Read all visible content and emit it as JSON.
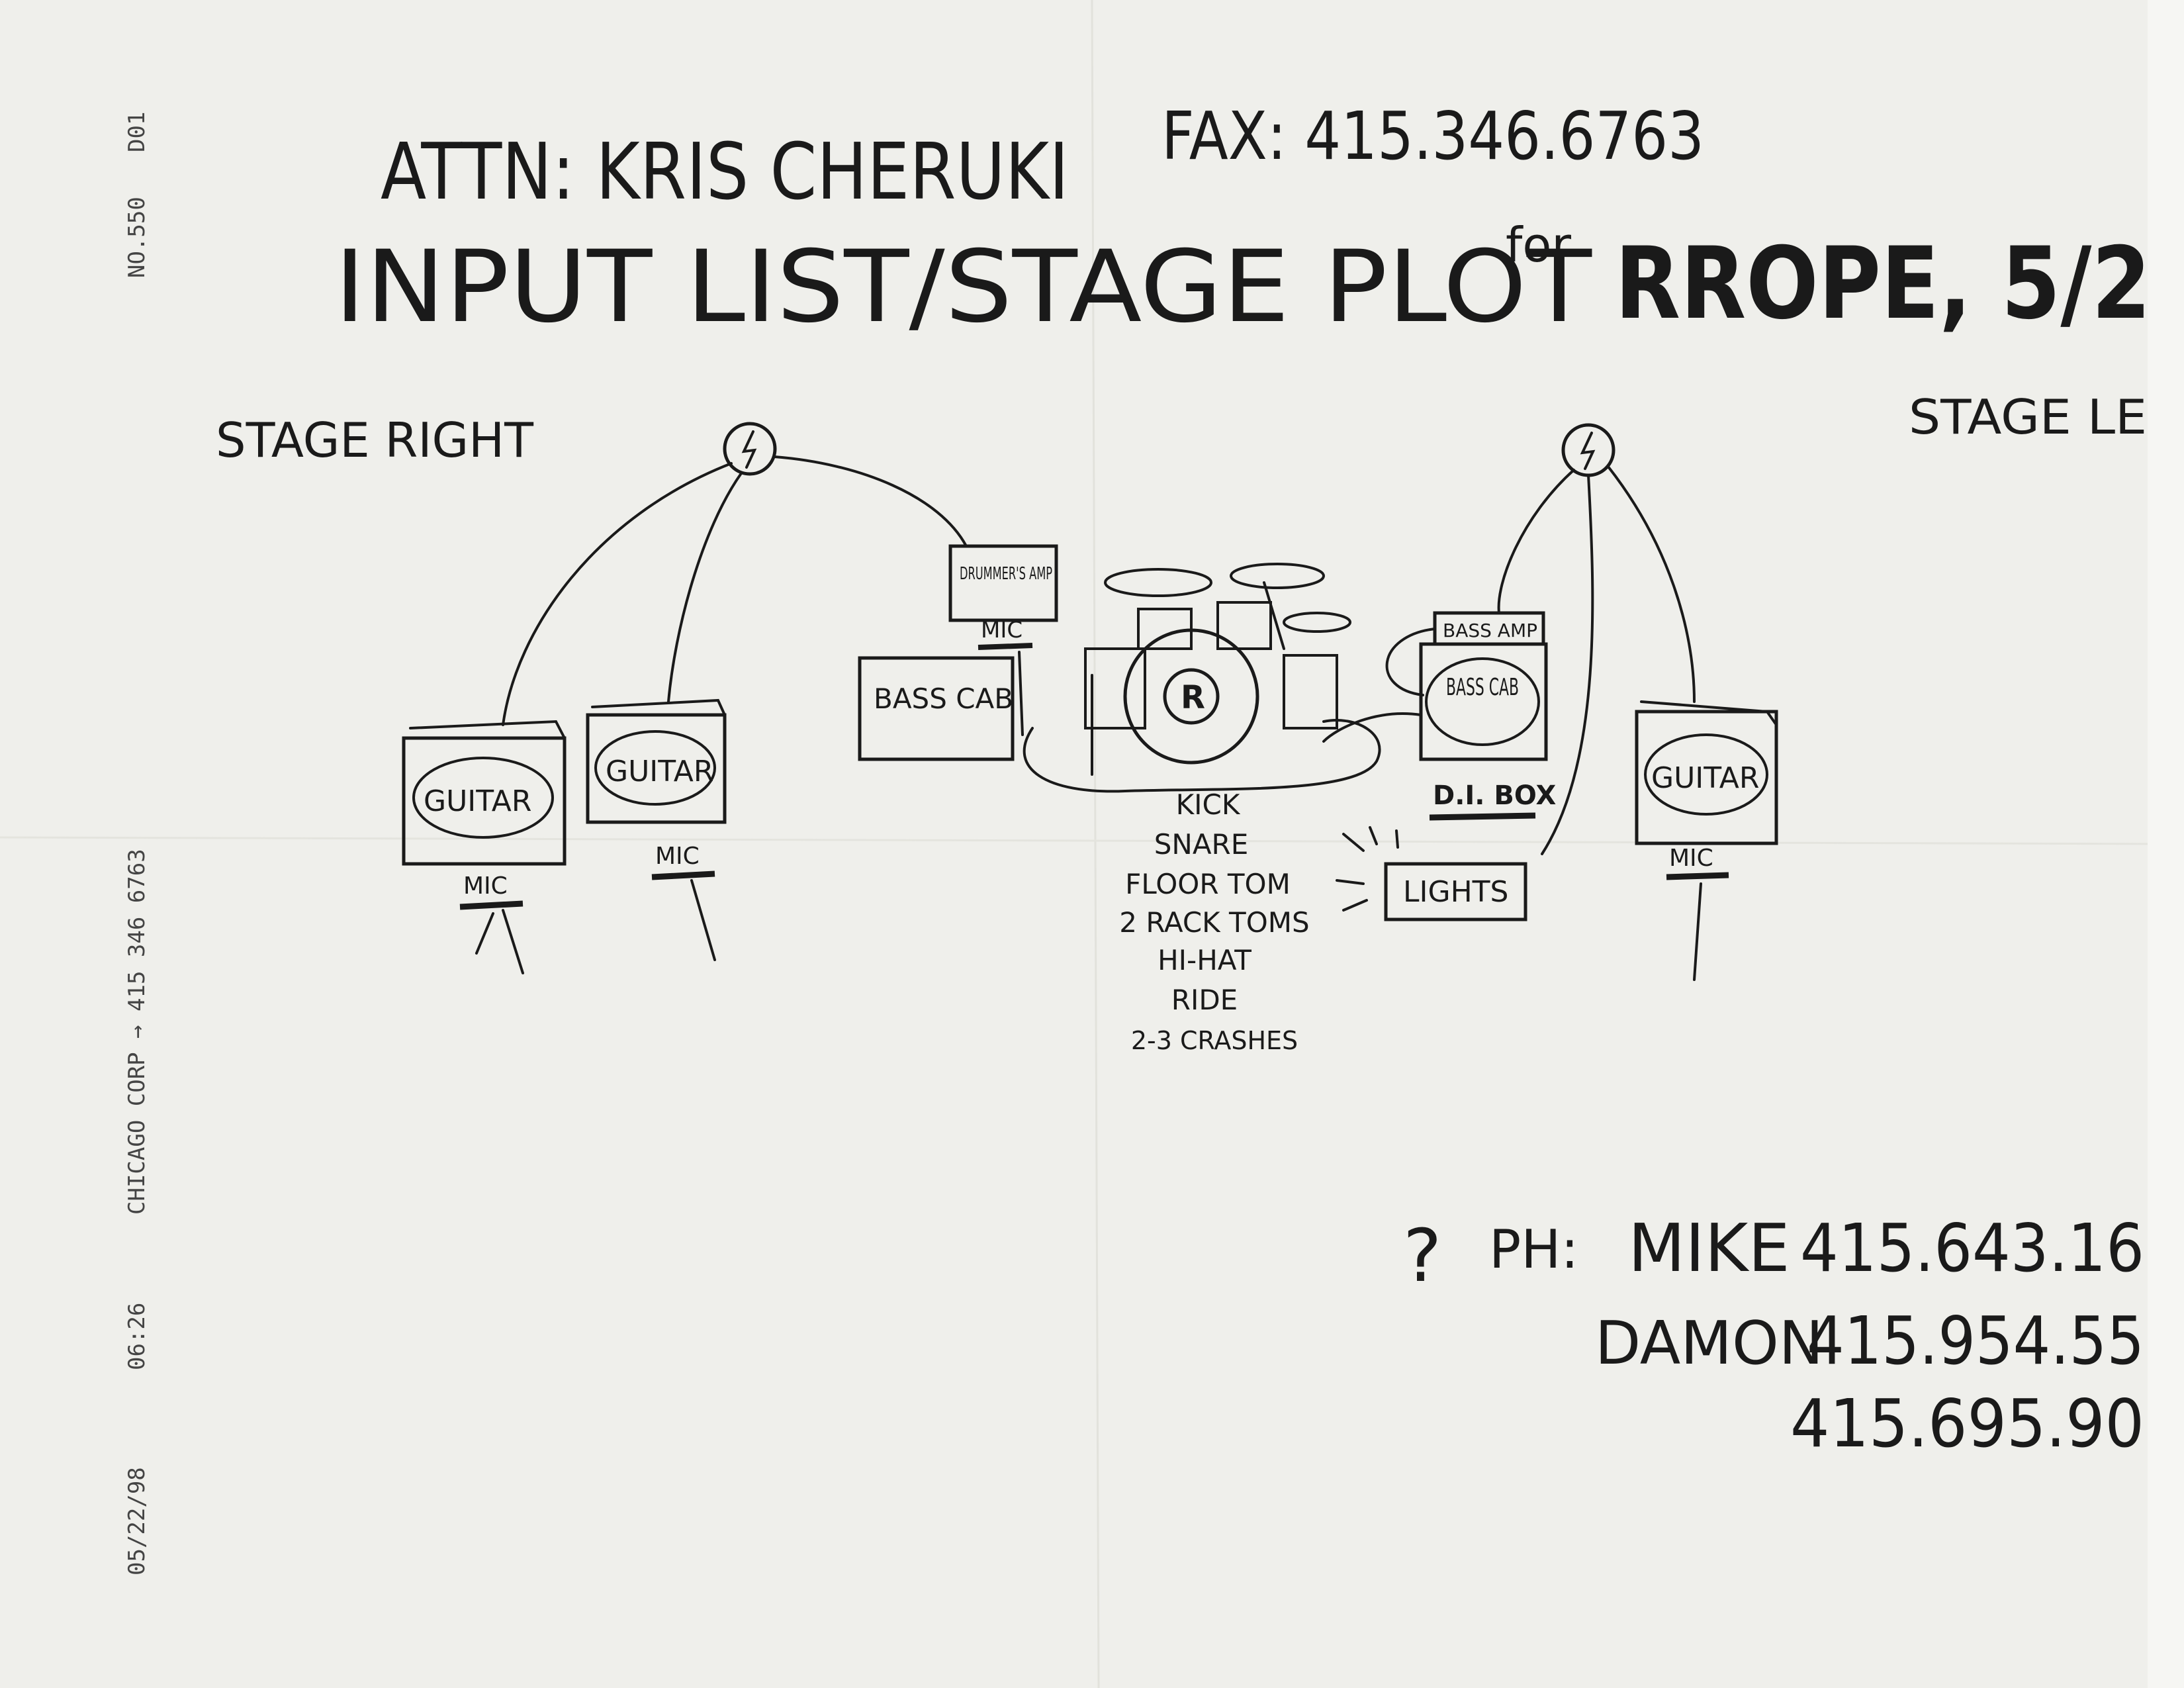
{
  "fax_header": {
    "date": "05/22/98",
    "time": "06:26",
    "sender": "CHICAGO CORP → 415 346 6763",
    "number": "NO.550",
    "page": "D01"
  },
  "header": {
    "attn": "ATTN: KRIS CHERUKI",
    "fax": "FAX: 415.346.6763",
    "title": "INPUT LIST/STAGE PLOT",
    "title_for": "for",
    "band_date": "RROPE, 5/2"
  },
  "stage": {
    "stage_right": "STAGE RIGHT",
    "stage_left": "STAGE LE",
    "guitar_label": "GUITAR",
    "mic_label": "MIC",
    "drummers_amp": "DRUMMER'S AMP",
    "bass_cab": "BASS CAB",
    "bass_amp": "BASS AMP",
    "di_box": "D.I. BOX",
    "lights": "LIGHTS",
    "kick_logo": "R"
  },
  "drum_inputs": [
    "KICK",
    "SNARE",
    "FLOOR TOM",
    "2 RACK TOMS",
    "HI-HAT",
    "RIDE",
    "2-3 CRASHES"
  ],
  "contacts": {
    "marker": "?",
    "prefix": "PH:",
    "entries": [
      {
        "name": "MIKE",
        "phone": "415.643.16"
      },
      {
        "name": "DAMON",
        "phone": "415.954.55"
      },
      {
        "name": "",
        "phone": "415.695.90"
      }
    ]
  }
}
